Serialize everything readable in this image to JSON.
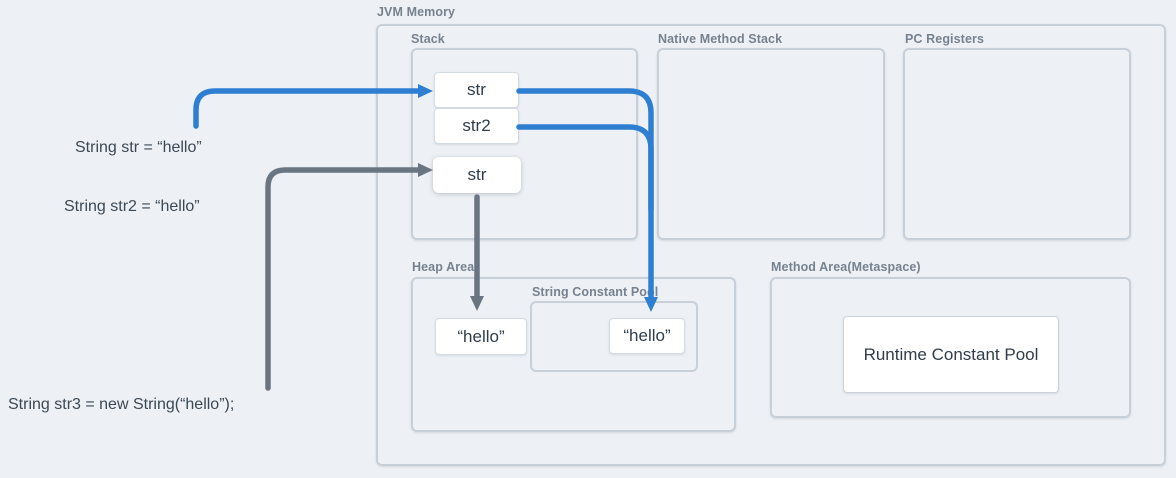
{
  "title": "JVM Memory",
  "labels": {
    "stack": "Stack",
    "native_method_stack": "Native Method Stack",
    "pc_registers": "PC Registers",
    "heap_area": "Heap Area",
    "string_constant_pool": "String Constant Pool",
    "method_area": "Method Area(Metaspace)"
  },
  "boxes": {
    "stack_items": [
      "str",
      "str2",
      "str"
    ],
    "heap_value": "“hello”",
    "scp_value": "“hello”",
    "runtime_constant_pool": "Runtime Constant Pool"
  },
  "code": {
    "line1": "String str = “hello”",
    "line2": "String str2 = “hello”",
    "line3": "String str3 = new String(“hello”);"
  },
  "colors": {
    "reference_arrow_blue": "#2e7fd2",
    "object_arrow_gray": "#6a7582",
    "background": "#edf1f5"
  }
}
